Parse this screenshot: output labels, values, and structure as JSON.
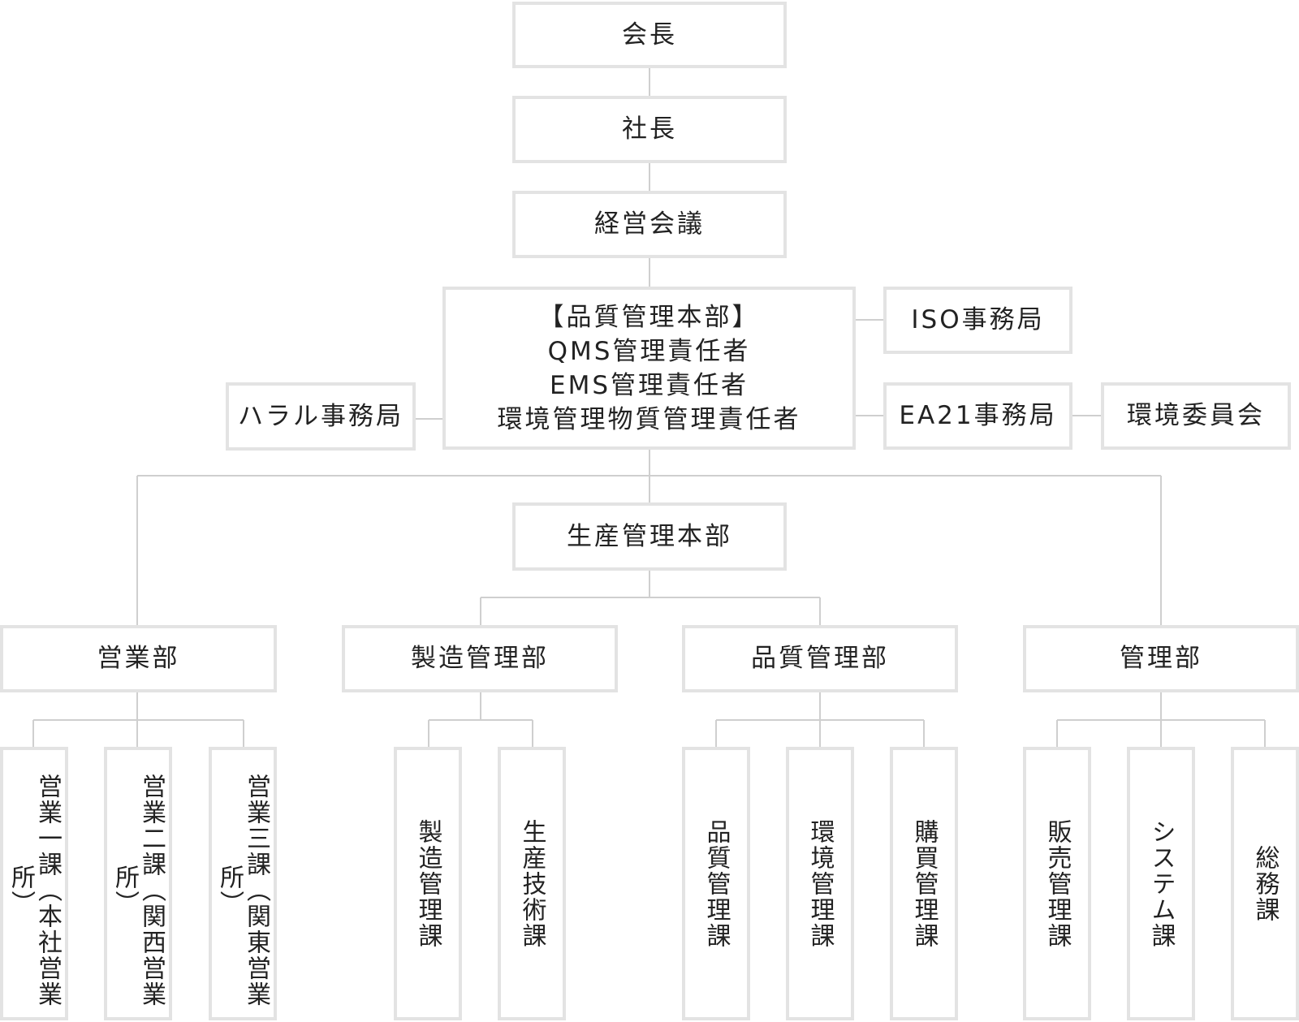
{
  "org": {
    "chairman": "会長",
    "president": "社長",
    "management_meeting": "経営会議",
    "quality_hq": [
      "【品質管理本部】",
      "QMS管理責任者",
      "EMS管理責任者",
      "環境管理物質管理責任者"
    ],
    "iso_office": "ISO事務局",
    "halal_office": "ハラル事務局",
    "ea21_office": "EA21事務局",
    "env_committee": "環境委員会",
    "production_hq": "生産管理本部",
    "sales_dept": "営業部",
    "mfg_mgmt_dept": "製造管理部",
    "quality_dept": "品質管理部",
    "admin_dept": "管理部",
    "sales_sections": [
      "営業一課（本社営業所）",
      "営業二課（関西営業所）",
      "営業三課（関東営業所）"
    ],
    "mfg_sections": [
      "製造管理課",
      "生産技術課"
    ],
    "quality_sections": [
      "品質管理課",
      "環境管理課",
      "購買管理課"
    ],
    "admin_sections": [
      "販売管理課",
      "システム課",
      "総務課"
    ]
  },
  "colors": {
    "box_border": "#e3e3e3",
    "connector": "#cfcfcf",
    "text": "#222222"
  }
}
